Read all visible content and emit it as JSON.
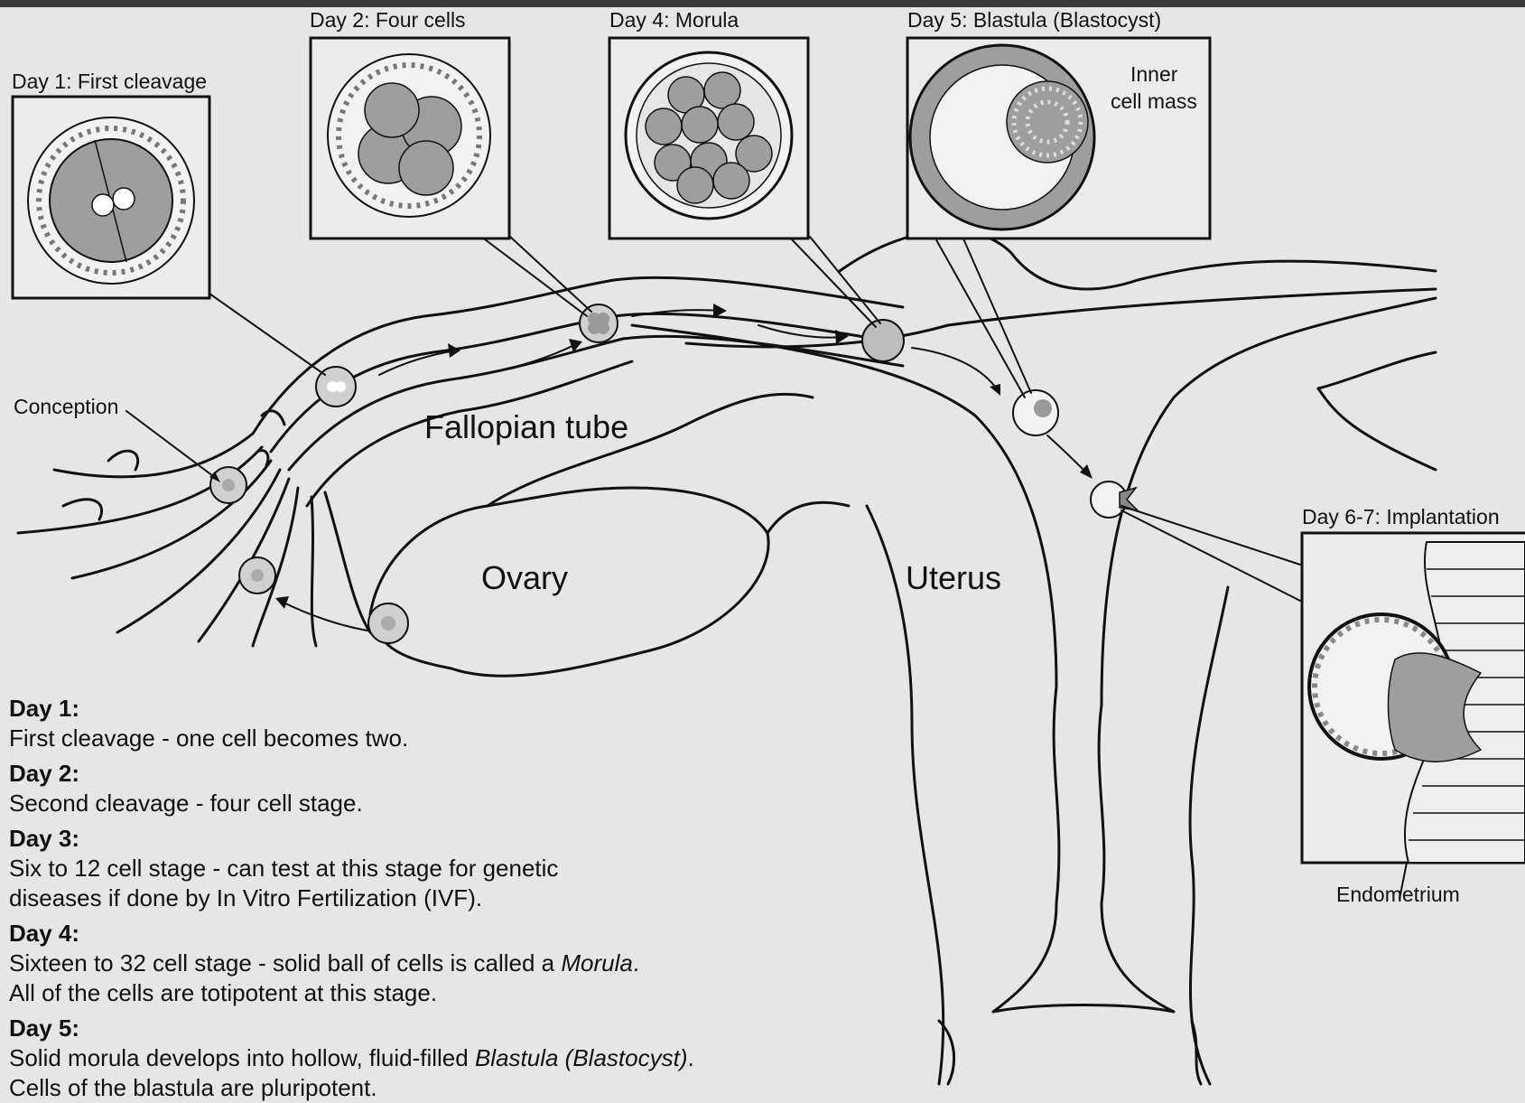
{
  "labels": {
    "day1_box": "Day 1: First cleavage",
    "day2_box": "Day 2: Four cells",
    "day4_box": "Day 4: Morula",
    "day5_box": "Day 5: Blastula (Blastocyst)",
    "inner_cell_mass_1": "Inner",
    "inner_cell_mass_2": "cell mass",
    "day67_box": "Day 6-7: Implantation",
    "endometrium": "Endometrium",
    "conception": "Conception",
    "fallopian_tube": "Fallopian tube",
    "ovary": "Ovary",
    "uterus": "Uterus"
  },
  "legend": [
    {
      "day": "Day 1:",
      "lines": [
        "First cleavage - one cell becomes two."
      ]
    },
    {
      "day": "Day 2:",
      "lines": [
        "Second cleavage - four cell stage."
      ]
    },
    {
      "day": "Day 3:",
      "lines": [
        "Six to 12 cell stage - can test at this stage for genetic",
        "diseases if done by In Vitro Fertilization (IVF)."
      ]
    },
    {
      "day": "Day 4:",
      "lines": [
        "Sixteen to 32 cell stage - solid ball of cells is called a Morula.",
        "All of the cells are totipotent at this stage."
      ]
    },
    {
      "day": "Day 5:",
      "lines": [
        "Solid morula develops into hollow, fluid-filled Blastula (Blastocyst).",
        "Cells of the blastula are pluripotent."
      ]
    }
  ]
}
